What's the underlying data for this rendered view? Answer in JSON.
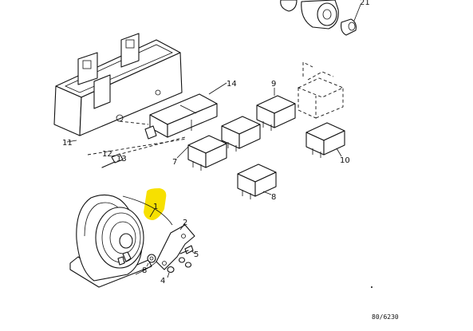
{
  "callouts": {
    "c1": "1",
    "c2": "2",
    "c4": "4",
    "c5": "5",
    "c7": "7",
    "c8a": "8",
    "c8b": "8",
    "c9": "9",
    "c10": "10",
    "c11": "11",
    "c12": "12",
    "c13": "13",
    "c14": "14",
    "c21": "21"
  },
  "reference": "80/6230",
  "colors": {
    "highlight": "#f7e000",
    "ink": "#111111",
    "background": "#ffffff"
  }
}
